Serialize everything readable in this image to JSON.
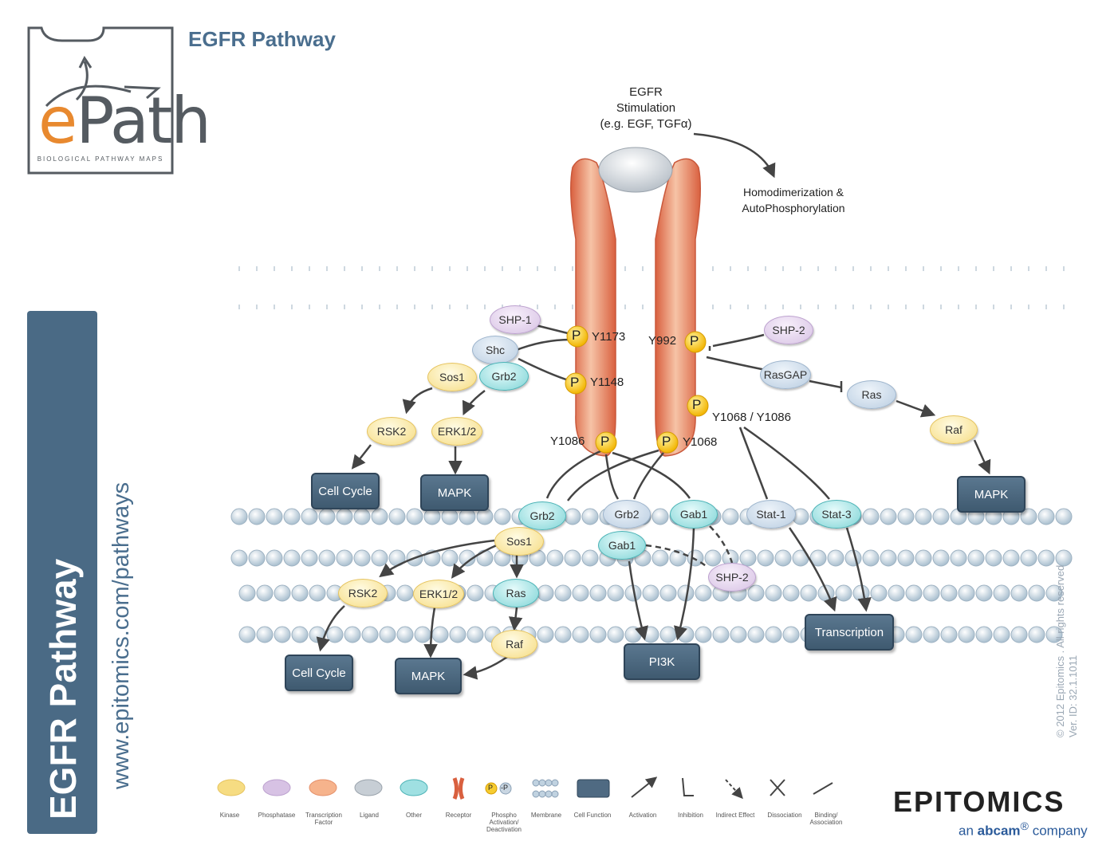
{
  "page": {
    "title": "EGFR Pathway"
  },
  "logo": {
    "e": "e",
    "rest": "Path",
    "subtitle": "BIOLOGICAL PATHWAY MAPS"
  },
  "sidebar": {
    "title": "EGFR Pathway",
    "url": "www.epitomics.com/pathways"
  },
  "stimulation": {
    "line1": "EGFR",
    "line2": "Stimulation",
    "line3": "(e.g. EGF, TGFα)"
  },
  "homodimerization": {
    "line1": "Homodimerization &",
    "line2": "AutoPhosphorylation"
  },
  "phospho_sites": {
    "p": "P",
    "y1173": "Y1173",
    "y1148": "Y1148",
    "y992": "Y992",
    "y1068_1086": "Y1068 / Y1086",
    "y1086": "Y1086",
    "y1068": "Y1068"
  },
  "nodes": {
    "shp1": "SHP-1",
    "shc": "Shc",
    "grb2_top": "Grb2",
    "sos1_top": "Sos1",
    "rsk2_top": "RSK2",
    "erk_top": "ERK1/2",
    "shp2_top": "SHP-2",
    "rasgap": "RasGAP",
    "ras_right": "Ras",
    "raf_right": "Raf",
    "grb2_a": "Grb2",
    "grb2_b": "Grb2",
    "gab1_a": "Gab1",
    "gab1_b": "Gab1",
    "stat1": "Stat-1",
    "stat3": "Stat-3",
    "sos1_bottom": "Sos1",
    "rsk2_bottom": "RSK2",
    "erk_bottom": "ERK1/2",
    "ras_bottom": "Ras",
    "raf_bottom": "Raf",
    "shp2_bottom": "SHP-2"
  },
  "functions": {
    "cell_cycle_top": "Cell Cycle",
    "mapk_top": "MAPK",
    "mapk_right": "MAPK",
    "cell_cycle_bottom": "Cell Cycle",
    "mapk_bottom": "MAPK",
    "pi3k": "PI3K",
    "transcription": "Transcription"
  },
  "legend": {
    "kinase": "Kinase",
    "phosphatase": "Phosphatase",
    "transcription_factor": "Transcription Factor",
    "ligand": "Ligand",
    "other": "Other",
    "receptor": "Receptor",
    "phospho": "Phospho Activation/ Deactivation",
    "membrane": "Membrane",
    "cell_function": "Cell Function",
    "activation": "Activation",
    "inhibition": "Inhibition",
    "indirect": "Indirect Effect",
    "dissociation": "Dissociation",
    "binding": "Binding/ Association",
    "p": "P",
    "p_minus": "-P"
  },
  "copyright": "© 2012 Epitomics . All rights reserved",
  "version": "Ver. ID: 32.1.1011",
  "brand": {
    "name": "EPITOMICS",
    "sub_an": "an",
    "sub_abcam": "abcam",
    "sub_company": "company"
  },
  "colors": {
    "kinase": "#f6dc82",
    "phosphatase": "#d7c2e4",
    "other": "#7fd4d6",
    "blue": "#b9cde1",
    "receptor": "#e58a6a",
    "function": "#4f6a82",
    "title": "#4a6e8e",
    "accent": "#e8892f"
  }
}
